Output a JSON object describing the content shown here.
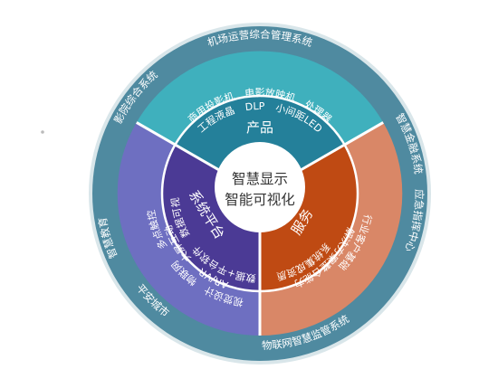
{
  "colors": {
    "outer_ring": "#4f8aa0",
    "outer_ring_edge": "#d9e6ea",
    "product_light": "#3fb0bd",
    "product_dark": "#24809a",
    "service_light": "#d98767",
    "service_dark": "#bf4a13",
    "platform_light": "#6e6fc1",
    "platform_dark": "#4b3a95",
    "separator": "#ffffff",
    "center_fill": "#ffffff",
    "center_text": "#333333"
  },
  "center": {
    "line1": "智慧显示",
    "line2": "智能可视化"
  },
  "sectors": {
    "product": {
      "title": "产品",
      "items": [
        "商用投影机",
        "电影放映机",
        "处理器",
        "工程液晶",
        "DLP",
        "小间距LED"
      ]
    },
    "service": {
      "title": "服务",
      "items": [
        "行业客户基础",
        "解决方案整合能力",
        "系统集成资质"
      ]
    },
    "platform": {
      "title": "系统平台",
      "items": [
        "多点触控",
        "数据可视化",
        "大屏互动",
        "AR/VR",
        "大数据+平台软件",
        "视觉设计",
        "物联网"
      ]
    }
  },
  "outer_ring_items": [
    "机场运营综合管理系统",
    "智慧金融系统",
    "应急指挥中心",
    "物联网智慧监管系统",
    "平安城市",
    "智慧教育",
    "影院综合系统"
  ]
}
